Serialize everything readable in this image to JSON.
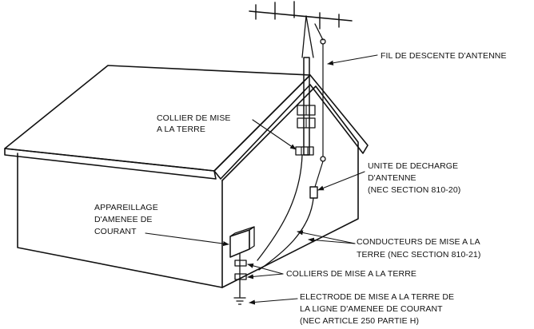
{
  "labels": {
    "lead_in_wire": "FIL DE DESCENTE D'ANTENNE",
    "ground_clamp_1": "COLLIER DE MISE",
    "ground_clamp_2": "A LA TERRE",
    "discharge_1": "UNITE DE DECHARGE",
    "discharge_2": "D'ANTENNE",
    "discharge_3": "(NEC SECTION 810-20)",
    "service_1": "APPAREILLAGE",
    "service_2": "D'AMENEE DE",
    "service_3": "COURANT",
    "conductors_1": "CONDUCTEURS DE MISE A LA",
    "conductors_2": "TERRE (NEC SECTION 810-21)",
    "clamps": "COLLIERS DE MISE A LA TERRE",
    "electrode_1": "ELECTRODE DE MISE A LA TERRE DE",
    "electrode_2": "LA LIGNE D'AMENEE DE  COURANT",
    "electrode_3": "(NEC ARTICLE 250 PARTIE H)"
  },
  "colors": {
    "line": "#111111",
    "background": "#ffffff",
    "fill": "#ffffff"
  }
}
